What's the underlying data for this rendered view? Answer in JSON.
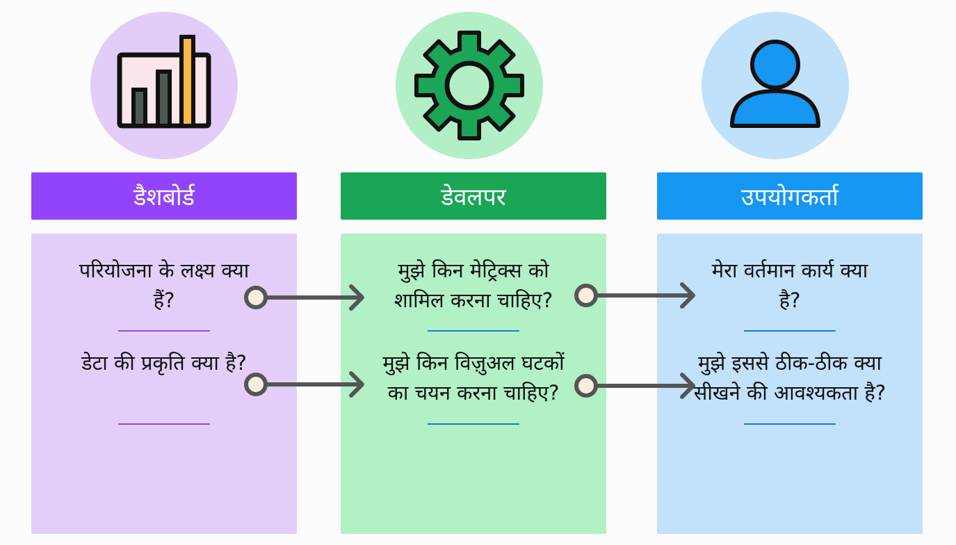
{
  "columns": [
    {
      "icon": "bar-chart-icon",
      "title": "डैशबोर्ड",
      "questions": [
        "परियोजना के लक्ष्य क्या हैं?",
        "डेटा की प्रकृति क्या है?"
      ]
    },
    {
      "icon": "gear-icon",
      "title": "डेवलपर",
      "questions": [
        "मुझे किन मेट्रिक्स को शामिल करना चाहिए?",
        "मुझे किन विज़ुअल घटकों का चयन करना चाहिए?"
      ]
    },
    {
      "icon": "user-icon",
      "title": "उपयोगकर्ता",
      "questions": [
        "मेरा वर्तमान कार्य क्या है?",
        "मुझे इससे ठीक-ठीक क्या सीखने की आवश्यकता है?"
      ]
    }
  ],
  "colors": {
    "dashboard_accent": "#9244fb",
    "developer_accent": "#1aa656",
    "user_accent": "#1597f3",
    "arrow": "#555555"
  }
}
